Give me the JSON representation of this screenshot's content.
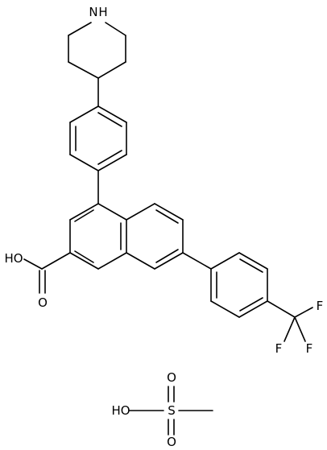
{
  "colors": {
    "background": "#ffffff",
    "ink": "#000000"
  },
  "structure": {
    "atom_labels": {
      "nh": "N",
      "nh_h": "H",
      "acid_oh": "HO",
      "acid_o": "O",
      "f1": "F",
      "f2": "F",
      "f3": "F",
      "sulfonic_oh": "HO",
      "s": "S",
      "s_o_top": "O",
      "s_o_bottom": "O"
    }
  }
}
